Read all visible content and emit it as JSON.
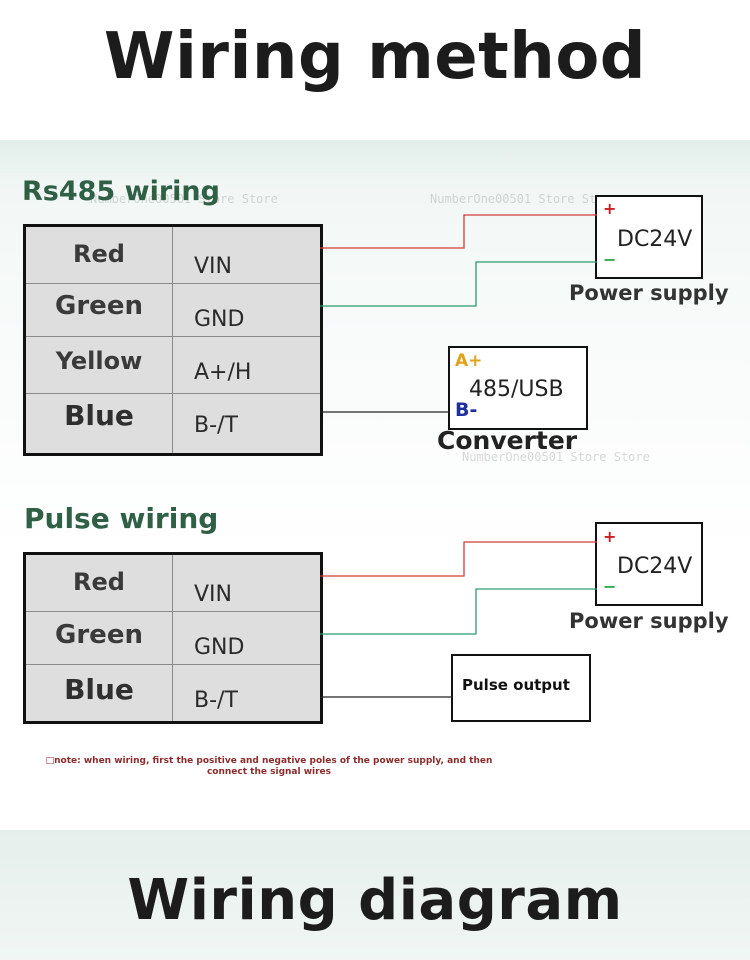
{
  "header": {
    "title": "Wiring method"
  },
  "footer": {
    "title": "Wiring diagram"
  },
  "rs485": {
    "section_title": "Rs485 wiring",
    "rows": [
      {
        "color": "Red",
        "pin": "VIN"
      },
      {
        "color": "Green",
        "pin": "GND"
      },
      {
        "color": "Yellow",
        "pin": "A+/H"
      },
      {
        "color": "Blue",
        "pin": "B-/T"
      }
    ],
    "power": {
      "label": "DC24V",
      "plus": "+",
      "minus": "−",
      "caption": "Power supply"
    },
    "converter": {
      "label": "485/USB",
      "a_plus": "A+",
      "b_minus": "B-",
      "caption": "Converter"
    }
  },
  "pulse": {
    "section_title": "Pulse wiring",
    "rows": [
      {
        "color": "Red",
        "pin": "VIN"
      },
      {
        "color": "Green",
        "pin": "GND"
      },
      {
        "color": "Blue",
        "pin": "B-/T"
      }
    ],
    "power": {
      "label": "DC24V",
      "plus": "+",
      "minus": "−",
      "caption": "Power supply"
    },
    "output": {
      "label": "Pulse output"
    }
  },
  "note": "□note: when wiring, first the positive and negative poles of the power supply, and then connect the signal wires",
  "watermark": "NumberOne00501 Store Store",
  "colors": {
    "wire_red": "#d23b3b",
    "wire_green": "#2e9a70",
    "wire_black": "#222222",
    "plus_red": "#cc1f1f",
    "minus_green": "#2ea84a",
    "a_plus": "#e2a21a",
    "b_minus": "#1f2f9a"
  }
}
